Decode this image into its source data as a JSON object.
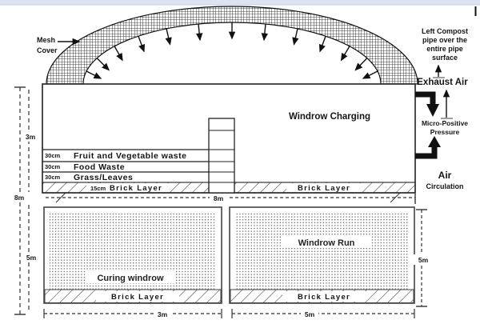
{
  "top_section": {
    "mesh_cover": [
      "Mesh",
      "Cover"
    ],
    "windrow_charging": "Windrow Charging",
    "layers": [
      {
        "thickness": "30cm",
        "name": "Fruit and Vegetable waste"
      },
      {
        "thickness": "30cm",
        "name": "Food Waste"
      },
      {
        "thickness": "30cm",
        "name": "Grass/Leaves"
      }
    ],
    "brick_left_thickness": "15cm",
    "brick_left_label": "Brick Layer",
    "brick_right_label": "Brick Layer"
  },
  "right_annotations": {
    "compost_pipe_note": [
      "Left Compost",
      "pipe over the",
      "entire pipe",
      "surface"
    ],
    "exhaust_air": "Exhaust Air",
    "micro_positive": [
      "Micro-Positive",
      "Pressure"
    ],
    "air_circulation": [
      "Air",
      "Circulation"
    ]
  },
  "bottom_section": {
    "curing_label": "Curing windrow",
    "curing_brick_label": "Brick Layer",
    "run_label": "Windrow Run",
    "run_brick_label": "Brick Layer"
  },
  "dimensions": {
    "upper_height": "3m",
    "total_height": "8m",
    "upper_width": "8m",
    "curing_height": "5m",
    "curing_width": "3m",
    "run_height": "5m",
    "run_width": "5m"
  },
  "colors": {
    "ink": "#151515",
    "line": "#333333",
    "top_bar": "#dbe4f0",
    "top_bar_border": "#c3d1e4"
  }
}
